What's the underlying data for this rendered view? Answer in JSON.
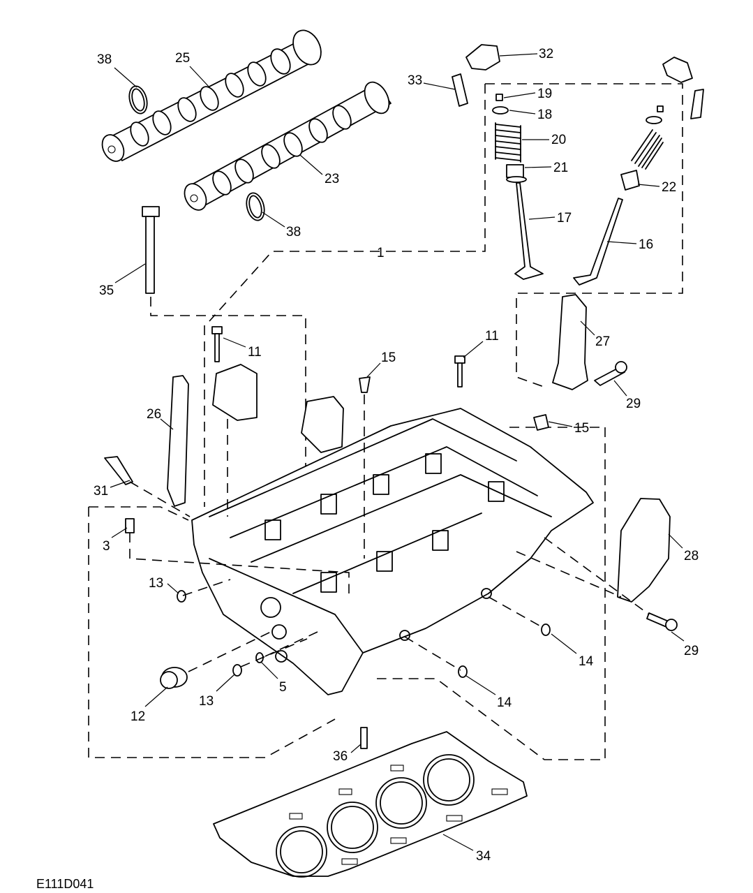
{
  "figure_ref": "E111D041",
  "callouts": [
    {
      "id": "c38a",
      "label": "38"
    },
    {
      "id": "c25",
      "label": "25"
    },
    {
      "id": "c32",
      "label": "32"
    },
    {
      "id": "c33",
      "label": "33"
    },
    {
      "id": "c19",
      "label": "19"
    },
    {
      "id": "c18",
      "label": "18"
    },
    {
      "id": "c20",
      "label": "20"
    },
    {
      "id": "c21",
      "label": "21"
    },
    {
      "id": "c22",
      "label": "22"
    },
    {
      "id": "c23",
      "label": "23"
    },
    {
      "id": "c38b",
      "label": "38"
    },
    {
      "id": "c17",
      "label": "17"
    },
    {
      "id": "c16",
      "label": "16"
    },
    {
      "id": "c1",
      "label": "1"
    },
    {
      "id": "c35",
      "label": "35"
    },
    {
      "id": "c27",
      "label": "27"
    },
    {
      "id": "c11a",
      "label": "11"
    },
    {
      "id": "c11b",
      "label": "11"
    },
    {
      "id": "c15a",
      "label": "15"
    },
    {
      "id": "c29a",
      "label": "29"
    },
    {
      "id": "c15b",
      "label": "15"
    },
    {
      "id": "c26",
      "label": "26"
    },
    {
      "id": "c31",
      "label": "31"
    },
    {
      "id": "c3",
      "label": "3"
    },
    {
      "id": "c28",
      "label": "28"
    },
    {
      "id": "c13a",
      "label": "13"
    },
    {
      "id": "c29b",
      "label": "29"
    },
    {
      "id": "c14a",
      "label": "14"
    },
    {
      "id": "c5",
      "label": "5"
    },
    {
      "id": "c13b",
      "label": "13"
    },
    {
      "id": "c14b",
      "label": "14"
    },
    {
      "id": "c12",
      "label": "12"
    },
    {
      "id": "c36",
      "label": "36"
    },
    {
      "id": "c34",
      "label": "34"
    }
  ]
}
